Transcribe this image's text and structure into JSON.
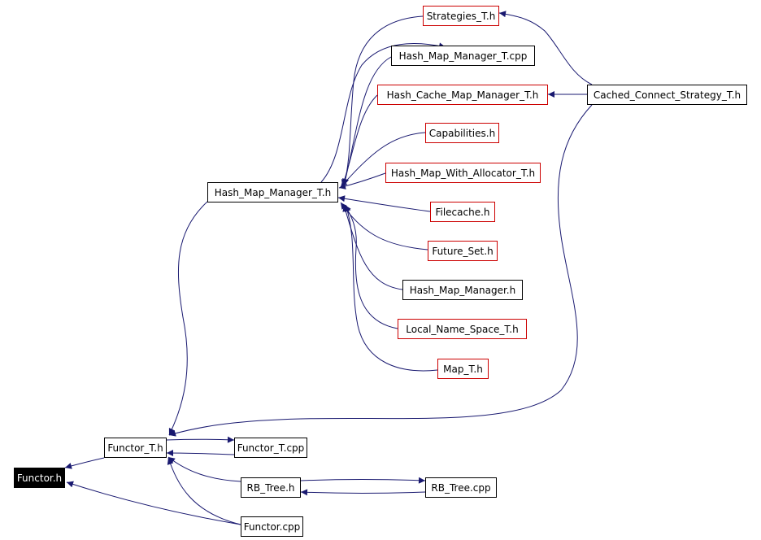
{
  "colors": {
    "edge": "#191970",
    "node_border": "#000000",
    "node_border_red": "#cc0000",
    "root_fill": "#000000",
    "root_text": "#ffffff"
  },
  "nodes": {
    "functor_h": "Functor.h",
    "functor_t_h": "Functor_T.h",
    "functor_t_cpp": "Functor_T.cpp",
    "rb_tree_h": "RB_Tree.h",
    "rb_tree_cpp": "RB_Tree.cpp",
    "functor_cpp": "Functor.cpp",
    "hash_map_manager_t_h": "Hash_Map_Manager_T.h",
    "strategies_t_h": "Strategies_T.h",
    "hash_map_manager_t_cpp": "Hash_Map_Manager_T.cpp",
    "hash_cache_map_manager_t_h": "Hash_Cache_Map_Manager_T.h",
    "capabilities_h": "Capabilities.h",
    "hash_map_with_allocator_t_h": "Hash_Map_With_Allocator_T.h",
    "filecache_h": "Filecache.h",
    "future_set_h": "Future_Set.h",
    "hash_map_manager_h": "Hash_Map_Manager.h",
    "local_name_space_t_h": "Local_Name_Space_T.h",
    "map_t_h": "Map_T.h",
    "cached_connect_strategy_t_h": "Cached_Connect_Strategy_T.h"
  }
}
